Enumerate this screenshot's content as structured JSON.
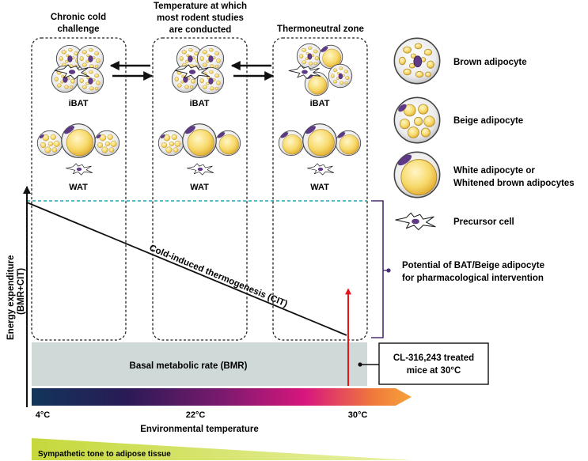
{
  "columns": [
    {
      "title_line1": "Chronic cold",
      "title_line2": "challenge",
      "title_line3": ""
    },
    {
      "title_line1": "Temperature at which",
      "title_line2": "most rodent studies",
      "title_line3": "are conducted"
    },
    {
      "title_line1": "Thermoneutral zone",
      "title_line2": "",
      "title_line3": ""
    }
  ],
  "tissue_labels": {
    "ibat": "iBAT",
    "wat": "WAT"
  },
  "legend": [
    {
      "label_line1": "Brown adipocyte",
      "label_line2": ""
    },
    {
      "label_line1": "Beige adipocyte",
      "label_line2": ""
    },
    {
      "label_line1": "White adipocyte or",
      "label_line2": "Whitened brown adipocytes"
    },
    {
      "label_line1": "Precursor cell",
      "label_line2": ""
    }
  ],
  "y_axis": {
    "line1": "Energy expenditure",
    "line2": "(BMR+CIT)"
  },
  "cit_label": "Cold-induced thermogenesis (CIT)",
  "bmr_label": "Basal metabolic rate (BMR)",
  "potential": {
    "line1": "Potential of BAT/Beige adipocyte",
    "line2": "for pharmacological intervention"
  },
  "treatment": {
    "line1": "CL-316,243 treated",
    "line2": "mice at 30°C"
  },
  "temperatures": {
    "t1": "4°C",
    "t2": "22°C",
    "t3": "30°C"
  },
  "x_axis_label": "Environmental temperature",
  "sympathetic_label": "Sympathetic tone to adipose tissue",
  "colors": {
    "gradient": [
      "#12355b",
      "#2a1a55",
      "#7a1a6e",
      "#d8167e",
      "#f07a3a",
      "#f6a23a"
    ],
    "bmr_box": "#cfd9d8",
    "sympathetic": "#d4e157",
    "arrow_red": "#e8141a",
    "bracket": "#4a2c73",
    "dashed_cyan": "#1aa7b8",
    "cell_yellow": "#f7d96a",
    "nucleus": "#5e3a86"
  }
}
